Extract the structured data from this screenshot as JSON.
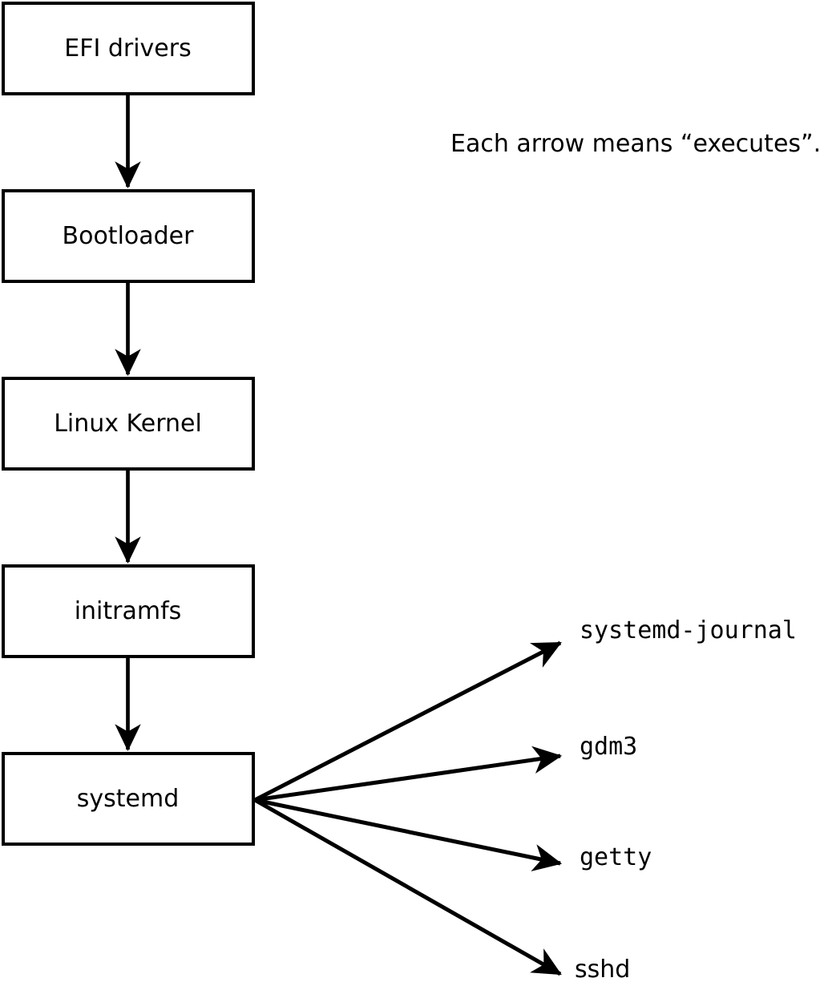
{
  "diagram": {
    "title_note": "Each arrow means “executes”.",
    "colors": {
      "line": "#000000",
      "text": "#000000",
      "background": "#ffffff"
    },
    "boxes": [
      {
        "label": "EFI drivers"
      },
      {
        "label": "Bootloader"
      },
      {
        "label": "Linux Kernel"
      },
      {
        "label": "initramfs"
      },
      {
        "label": "systemd"
      }
    ],
    "targets": [
      {
        "label": "systemd-journal"
      },
      {
        "label": "gdm3"
      },
      {
        "label": "getty"
      },
      {
        "label": "sshd"
      }
    ],
    "edges": [
      {
        "from": "EFI drivers",
        "to": "Bootloader"
      },
      {
        "from": "Bootloader",
        "to": "Linux Kernel"
      },
      {
        "from": "Linux Kernel",
        "to": "initramfs"
      },
      {
        "from": "initramfs",
        "to": "systemd"
      },
      {
        "from": "systemd",
        "to": "systemd-journal"
      },
      {
        "from": "systemd",
        "to": "gdm3"
      },
      {
        "from": "systemd",
        "to": "getty"
      },
      {
        "from": "systemd",
        "to": "sshd"
      }
    ]
  }
}
